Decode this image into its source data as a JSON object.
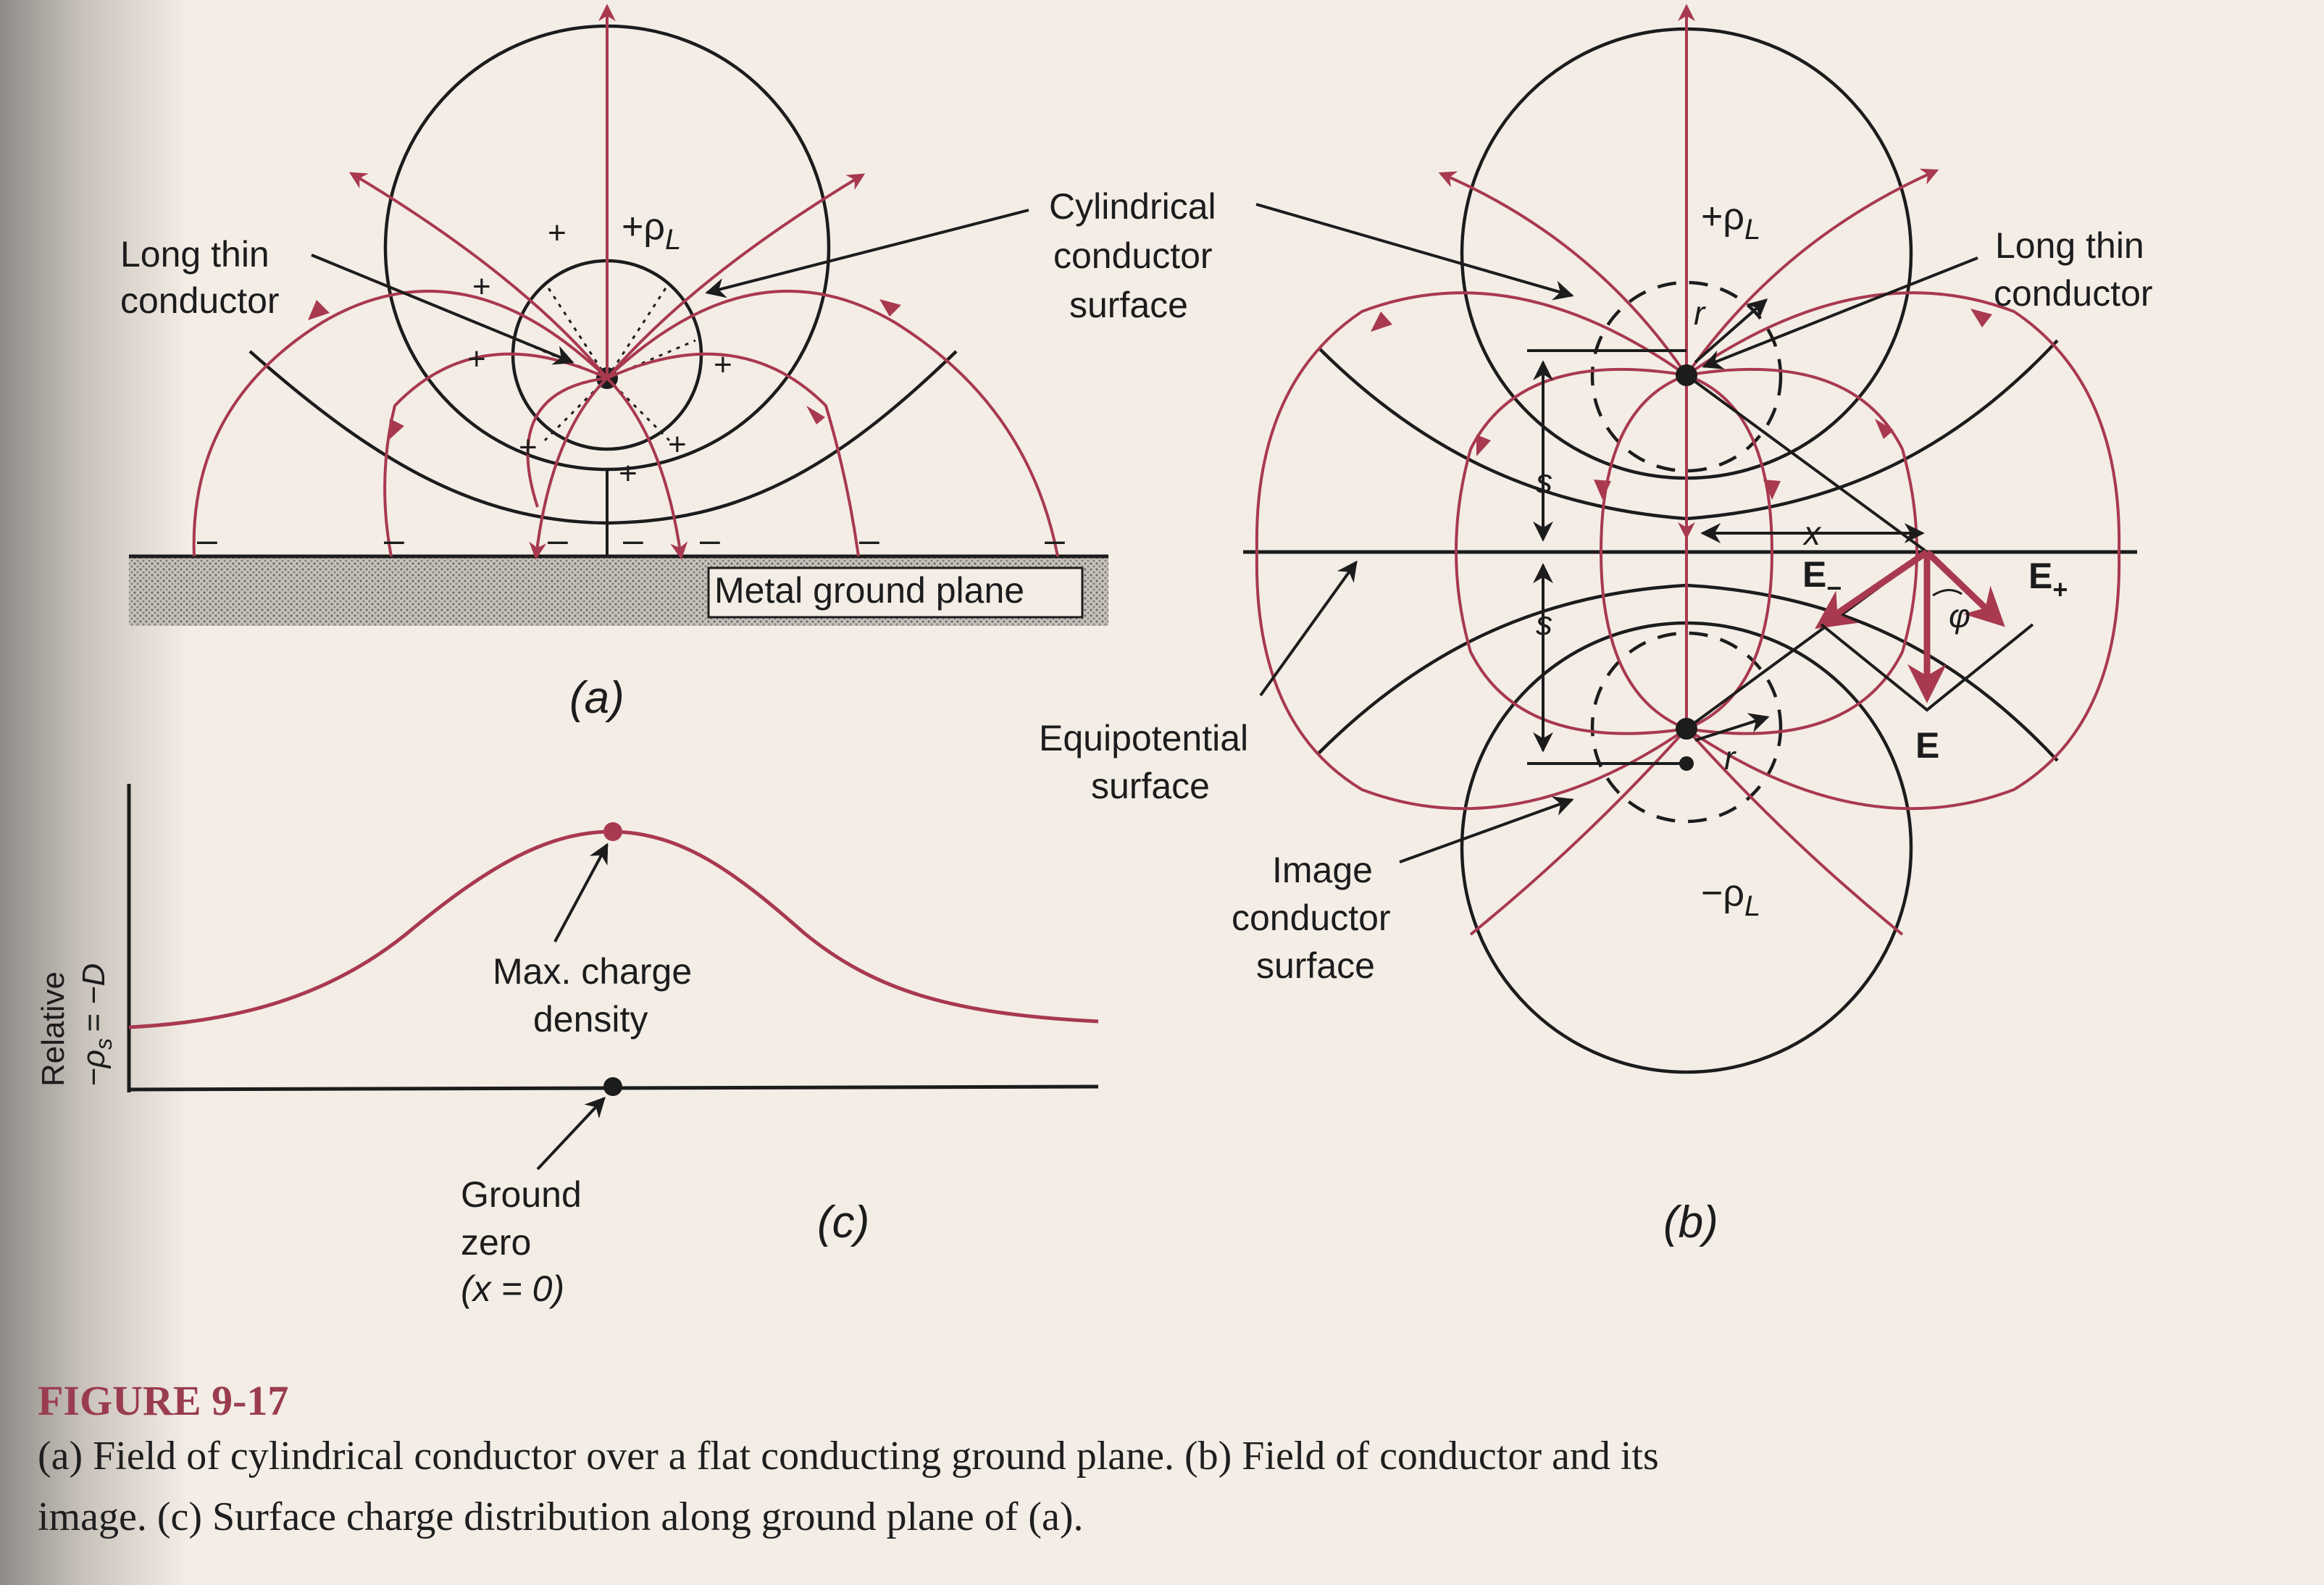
{
  "figure": {
    "number": "FIGURE 9-17",
    "caption_line1": "(a) Field of cylindrical conductor over a flat conducting ground plane. (b) Field of conductor and its",
    "caption_line2": "image. (c) Surface charge distribution along ground plane of (a)."
  },
  "panel_a": {
    "label": "(a)",
    "conductor_label_1": "Long thin",
    "conductor_label_2": "conductor",
    "cyl_label_1": "Cylindrical",
    "cyl_label_2": "conductor",
    "cyl_label_3": "surface",
    "rho": "+ρ",
    "rho_sub": "L",
    "ground_plane": "Metal ground plane",
    "plus": "+",
    "minus": "–"
  },
  "panel_b": {
    "label": "(b)",
    "conductor_label_1": "Long thin",
    "conductor_label_2": "conductor",
    "rho_top": "+ρ",
    "rho_bottom": "−ρ",
    "rho_sub": "L",
    "r": "r",
    "s": "s",
    "x": "x",
    "e_minus": "E",
    "e_minus_sub": "−",
    "e_plus": "E",
    "e_plus_sub": "+",
    "e": "E",
    "phi": "φ",
    "equip_1": "Equipotential",
    "equip_2": "surface",
    "image_1": "Image",
    "image_2": "conductor",
    "image_3": "surface"
  },
  "panel_c": {
    "label": "(c)",
    "ylabel_1": "Relative",
    "ylabel_2": "−ρ",
    "ylabel_2_sub": "s",
    "ylabel_2_rest": "= −D",
    "max_1": "Max. charge",
    "max_2": "density",
    "ground_1": "Ground",
    "ground_2": "zero",
    "ground_3": "(x = 0)"
  },
  "colors": {
    "field": "#a8394f",
    "ink": "#1c1c1c",
    "paper": "#f3ede6"
  }
}
